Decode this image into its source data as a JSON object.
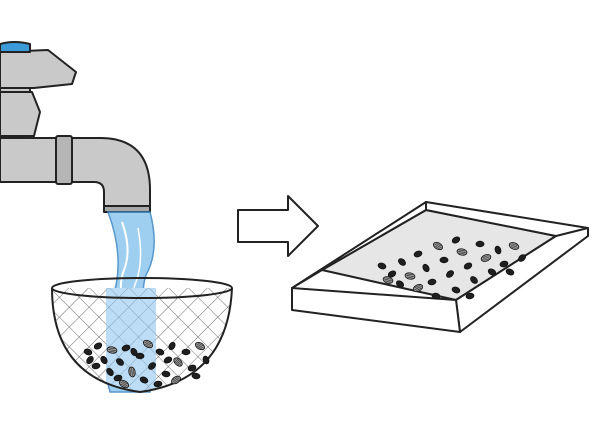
{
  "diagram": {
    "steps": [
      {
        "name": "rinse-seeds-under-tap",
        "object": "faucet-icon"
      },
      {
        "name": "transition",
        "object": "right-arrow-icon"
      },
      {
        "name": "spread-seeds-in-tray",
        "object": "tray-icon"
      }
    ],
    "colors": {
      "faucet_body": "#c9c9c9",
      "faucet_handle_cap": "#3c9ad8",
      "water": "#8fc7ee",
      "water_light": "#cde7f8",
      "outline": "#222222",
      "seed": "#1f1f1f",
      "seed_striped": "#9a9a9a",
      "tray_floor": "#e6e6e6"
    },
    "icons": [
      "faucet-icon",
      "water-stream-icon",
      "mesh-bowl-icon",
      "seed-icon",
      "right-arrow-icon",
      "tray-icon"
    ]
  }
}
